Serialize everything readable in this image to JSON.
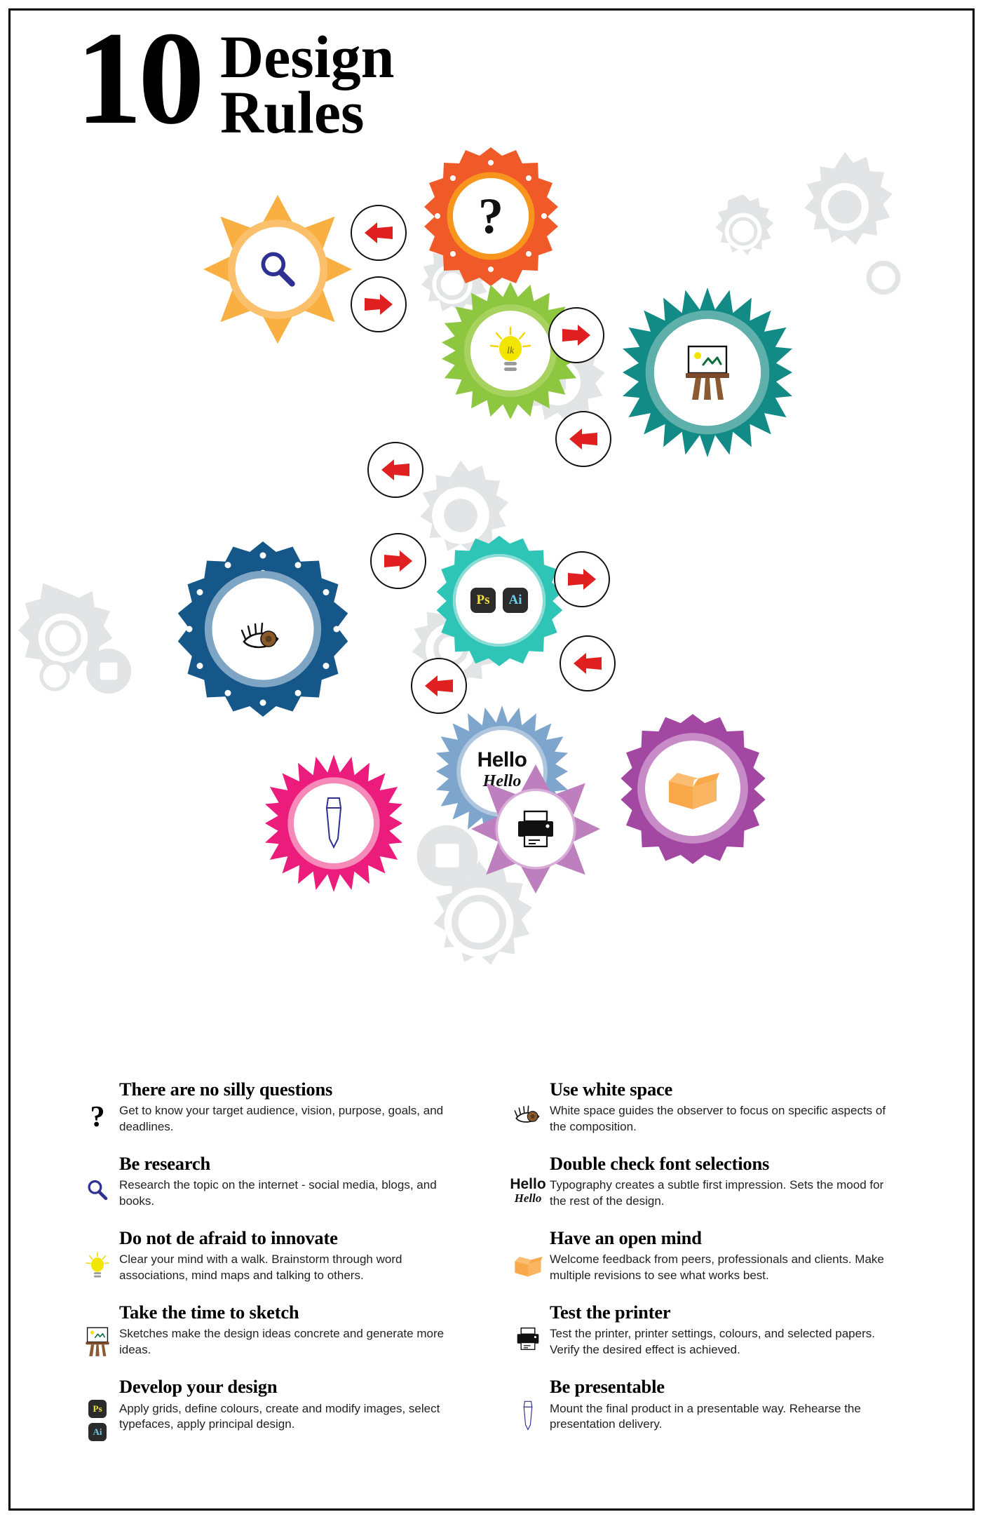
{
  "title": {
    "number": "10",
    "line1": "Design",
    "line2": "Rules"
  },
  "colors": {
    "orange_gear": "#F05A28",
    "amber_star": "#F9AF42",
    "green_star": "#8DC63F",
    "teal_gear": "#128B86",
    "turquoise_gear": "#2EC4B6",
    "navy_gear": "#155788",
    "lightblue_star": "#7EA6CC",
    "purple_gear": "#A247A2",
    "orchid_star": "#B munge",
    "magenta_gear": "#EC1C7D",
    "arrow_red": "#E02020",
    "ghost_gray": "#E3E4E6",
    "magnifier_blue": "#2E3192",
    "bulb_yellow": "#F2E500",
    "box_orange": "#F9A84A",
    "eye_brown": "#8B5A2B"
  },
  "diagram": {
    "nodes": [
      {
        "id": "question",
        "icon": "question-mark-icon",
        "shape": "gear",
        "color": "#F05A28"
      },
      {
        "id": "research",
        "icon": "magnifier-icon",
        "shape": "star8",
        "color": "#F9AF42"
      },
      {
        "id": "innovate",
        "icon": "lightbulb-icon",
        "shape": "star16",
        "color": "#8DC63F"
      },
      {
        "id": "sketch",
        "icon": "easel-icon",
        "shape": "star18",
        "color": "#128B86"
      },
      {
        "id": "develop",
        "icon": "ps-ai-icon",
        "shape": "gear",
        "color": "#2EC4B6"
      },
      {
        "id": "whitespace",
        "icon": "eye-icon",
        "shape": "gear",
        "color": "#155788"
      },
      {
        "id": "fonts",
        "icon": "hello-type-icon",
        "shape": "star18",
        "color": "#7EA6CC"
      },
      {
        "id": "openmind",
        "icon": "open-box-icon",
        "shape": "gear",
        "color": "#A247A2"
      },
      {
        "id": "printer",
        "icon": "printer-icon",
        "shape": "star8",
        "color": "#BE7FBE"
      },
      {
        "id": "present",
        "icon": "necktie-icon",
        "shape": "star18",
        "color": "#EC1C7D"
      }
    ],
    "connectors": [
      {
        "id": "arrow-1",
        "direction": "left"
      },
      {
        "id": "arrow-2",
        "direction": "right"
      },
      {
        "id": "arrow-3",
        "direction": "right"
      },
      {
        "id": "arrow-4",
        "direction": "left"
      },
      {
        "id": "arrow-5",
        "direction": "left"
      },
      {
        "id": "arrow-6",
        "direction": "right"
      },
      {
        "id": "arrow-7",
        "direction": "right"
      },
      {
        "id": "arrow-8",
        "direction": "left"
      },
      {
        "id": "arrow-9",
        "direction": "left"
      }
    ],
    "labels": {
      "hello_bold": "Hello",
      "hello_script": "Hello",
      "ps": "Ps",
      "ai": "Ai",
      "question": "?"
    }
  },
  "rules": {
    "left": [
      {
        "icon": "question-mark-icon",
        "heading": "There are no silly questions",
        "body": "Get to know your target audience, vision, purpose, goals, and deadlines."
      },
      {
        "icon": "magnifier-icon",
        "heading": "Be research",
        "body": "Research the topic on the internet - social media, blogs, and books."
      },
      {
        "icon": "lightbulb-icon",
        "heading": "Do not de afraid to innovate",
        "body": "Clear your mind with a walk. Brainstorm through word associations, mind maps and talking to others."
      },
      {
        "icon": "easel-icon",
        "heading": "Take the time to sketch",
        "body": "Sketches make the design ideas concrete and generate more ideas."
      },
      {
        "icon": "ps-ai-icon",
        "heading": "Develop your design",
        "body": "Apply grids, define colours, create and modify images, select typefaces, apply principal design."
      }
    ],
    "right": [
      {
        "icon": "eye-icon",
        "heading": "Use white space",
        "body": "White space guides the observer to focus on specific aspects of the composition."
      },
      {
        "icon": "hello-type-icon",
        "heading": "Double check font selections",
        "body": "Typography creates a subtle first impression. Sets the mood for the rest of the design."
      },
      {
        "icon": "open-box-icon",
        "heading": "Have an open mind",
        "body": "Welcome feedback from peers, professionals and clients. Make multiple revisions to see what works best."
      },
      {
        "icon": "printer-icon",
        "heading": "Test the printer",
        "body": "Test the printer, printer settings, colours, and selected papers. Verify the desired effect is achieved."
      },
      {
        "icon": "necktie-icon",
        "heading": "Be presentable",
        "body": "Mount the final product in a presentable way. Rehearse the presentation delivery."
      }
    ]
  }
}
